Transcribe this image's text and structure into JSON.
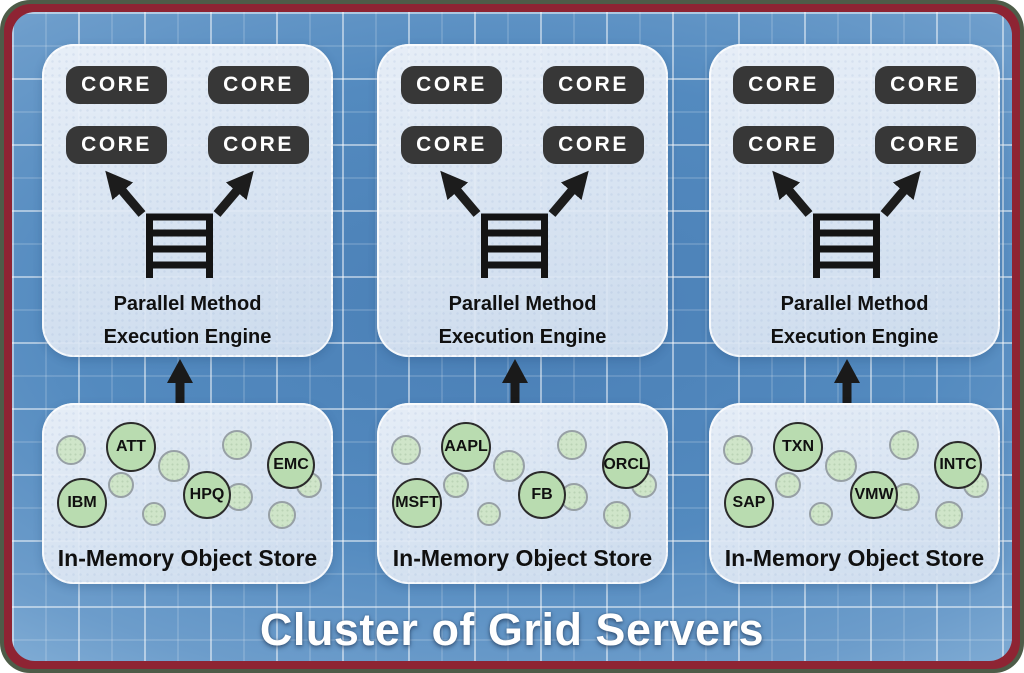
{
  "title": "Cluster of Grid Servers",
  "server_panel": {
    "core_label": "CORE",
    "engine_label": "Parallel Method\nExecution Engine",
    "store_label": "In-Memory Object Store"
  },
  "servers": [
    {
      "objects": [
        "ATT",
        "IBM",
        "HPQ",
        "EMC"
      ]
    },
    {
      "objects": [
        "AAPL",
        "MSFT",
        "FB",
        "ORCL"
      ]
    },
    {
      "objects": [
        "TXN",
        "SAP",
        "VMW",
        "INTC"
      ]
    }
  ],
  "icons": {
    "execution_queue": "stacked-rows-with-legs",
    "dispatch_arrow": "diagonal-up-arrow",
    "flow_arrow": "thick-up-arrow"
  },
  "colors": {
    "background_center": "#4a7fb6",
    "background_edge": "#a9cde8",
    "grid_line": "#ffffff",
    "panel_fill": "#e2eaf5",
    "core_fill": "#373737",
    "core_text": "#ffffff",
    "object_labeled_fill": "#b9dcb0",
    "object_labeled_stroke": "#2b2b2b",
    "object_small_fill": "#cfe5c9",
    "object_small_stroke": "#97a0a5",
    "border_outer_green": "#4e5c48",
    "border_inner_maroon": "#8e2433",
    "arrow": "#1c1c1c",
    "title_text": "#ffffff"
  }
}
